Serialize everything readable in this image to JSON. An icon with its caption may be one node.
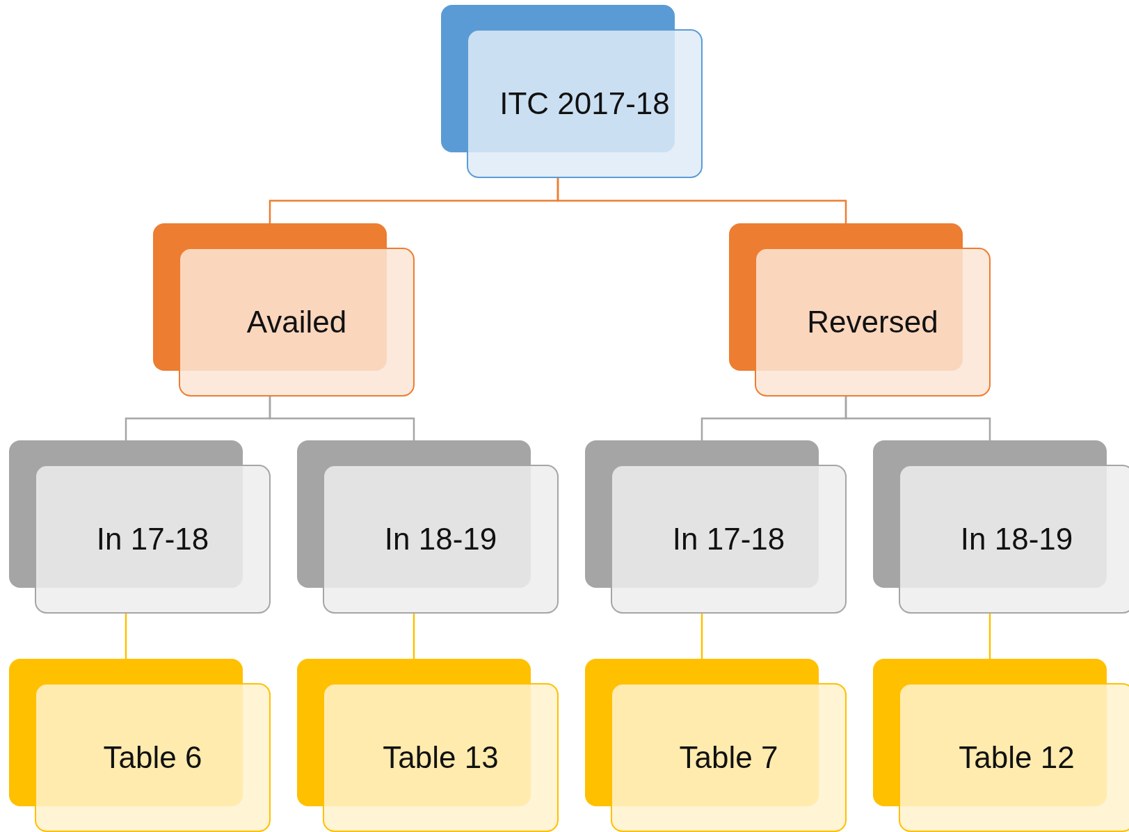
{
  "diagram": {
    "nodes": [
      {
        "text": [
          "ITC 2017-18"
        ]
      },
      {
        "text": [
          "Availed"
        ]
      },
      {
        "text": [
          "Reversed"
        ]
      },
      {
        "text": [
          "In 17-18"
        ]
      },
      {
        "text": [
          "In 18-19"
        ]
      },
      {
        "text": [
          "In 17-18"
        ]
      },
      {
        "text": [
          "In 18-19"
        ]
      },
      {
        "text": [
          "Table 6"
        ]
      },
      {
        "text": [
          "Table 13"
        ]
      },
      {
        "text": [
          "Table 7"
        ]
      },
      {
        "text": [
          "Table 12"
        ]
      }
    ],
    "edges": [
      {
        "from": 0,
        "to": 1,
        "arrow": "none",
        "color": "#ed7d31"
      },
      {
        "from": 0,
        "to": 2,
        "arrow": "none",
        "color": "#ed7d31"
      },
      {
        "from": 1,
        "to": 3,
        "arrow": "none",
        "color": "#a5a5a5"
      },
      {
        "from": 1,
        "to": 4,
        "arrow": "none",
        "color": "#a5a5a5"
      },
      {
        "from": 2,
        "to": 5,
        "arrow": "none",
        "color": "#a5a5a5"
      },
      {
        "from": 2,
        "to": 6,
        "arrow": "none",
        "color": "#a5a5a5"
      },
      {
        "from": 3,
        "to": 7,
        "arrow": "none",
        "color": "#ffc000"
      },
      {
        "from": 4,
        "to": 8,
        "arrow": "none",
        "color": "#ffc000"
      },
      {
        "from": 5,
        "to": 9,
        "arrow": "none",
        "color": "#ffc000"
      },
      {
        "from": 6,
        "to": 10,
        "arrow": "none",
        "color": "#ffc000"
      }
    ]
  }
}
